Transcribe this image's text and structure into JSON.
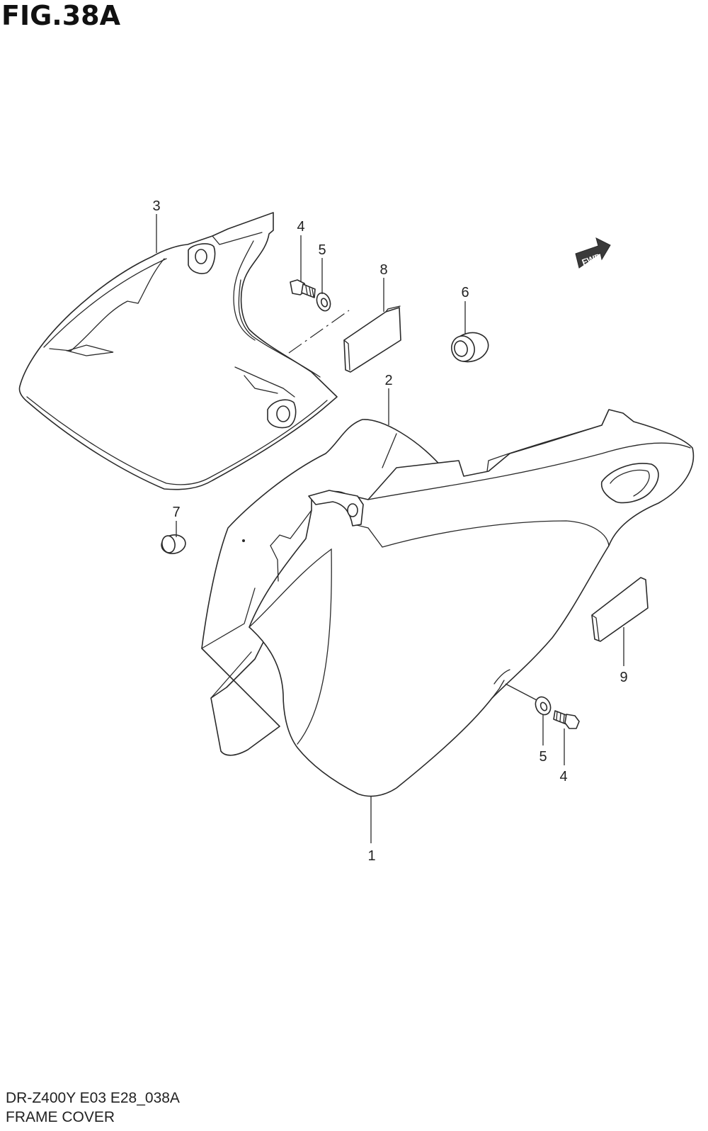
{
  "figure": {
    "title": "FIG.38A"
  },
  "callouts": [
    {
      "id": "c3",
      "label": "3"
    },
    {
      "id": "c4a",
      "label": "4"
    },
    {
      "id": "c5a",
      "label": "5"
    },
    {
      "id": "c8",
      "label": "8"
    },
    {
      "id": "c6",
      "label": "6"
    },
    {
      "id": "c2",
      "label": "2"
    },
    {
      "id": "c7",
      "label": "7"
    },
    {
      "id": "c9",
      "label": "9"
    },
    {
      "id": "c5b",
      "label": "5"
    },
    {
      "id": "c4b",
      "label": "4"
    },
    {
      "id": "c1",
      "label": "1"
    }
  ],
  "fwd_arrow": {
    "label": "FWD"
  },
  "footer": {
    "model_code": "DR-Z400Y E03 E28_038A",
    "section_name": "FRAME COVER"
  },
  "colors": {
    "line": "#2a2a2a",
    "background": "#ffffff"
  }
}
